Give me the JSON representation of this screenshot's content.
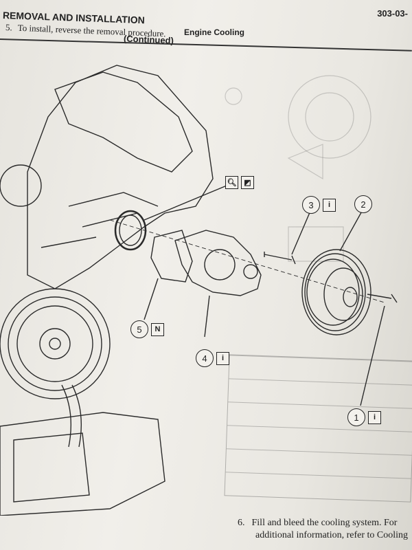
{
  "header": {
    "page_ref": "303-03-",
    "section_title": "REMOVAL AND INSTALLATION",
    "section_continued": "(Continued)",
    "chapter": "Engine Cooling"
  },
  "steps": {
    "step5": {
      "number": "5.",
      "text": "To install, reverse the removal procedure."
    },
    "step6": {
      "number": "6.",
      "line1": "Fill and bleed the cooling system. For",
      "line2": "additional information, refer to Cooling"
    }
  },
  "callouts": [
    {
      "number": "1",
      "tag": "i"
    },
    {
      "number": "2",
      "tag": ""
    },
    {
      "number": "3",
      "tag": "i"
    },
    {
      "number": "4",
      "tag": "i"
    },
    {
      "number": "5",
      "tag": "N"
    }
  ],
  "colors": {
    "paper": "#ebe9e3",
    "ink": "#222222",
    "bleed_ink": "#8a8a8a"
  }
}
